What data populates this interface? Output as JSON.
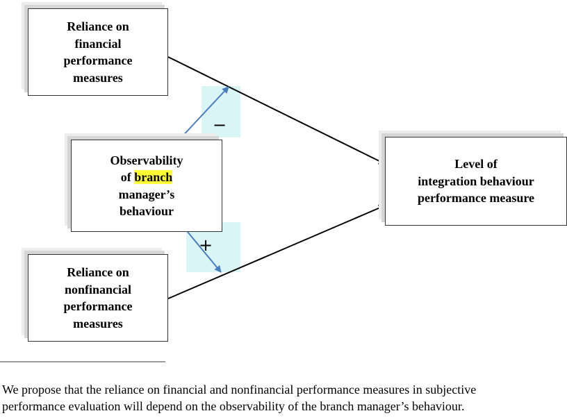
{
  "boxes": {
    "financial": {
      "lines": [
        "Reliance on",
        "financial",
        "performance",
        "measures"
      ]
    },
    "observability": {
      "line1": "Observability",
      "line2_prefix": "of ",
      "line2_highlight": "branch",
      "line3": "manager’s",
      "line4": "behaviour"
    },
    "nonfinancial": {
      "lines": [
        "Reliance on",
        "nonfinancial",
        "performance",
        "measures"
      ]
    },
    "level": {
      "lines": [
        "Level of",
        "integration behaviour",
        "performance measure"
      ]
    }
  },
  "signs": {
    "upper": "−",
    "lower": "+"
  },
  "caption": {
    "line1": "We propose that the reliance on financial and nonfinancial performance measures in subjective",
    "line2": "performance evaluation will depend on the observability of the branch manager’s behaviour."
  },
  "colors": {
    "moderator_arrow": "#4a7cc0",
    "main_arrow": "#000000",
    "highlight": "#ffff33",
    "sign_background": "#d9f5f5"
  }
}
